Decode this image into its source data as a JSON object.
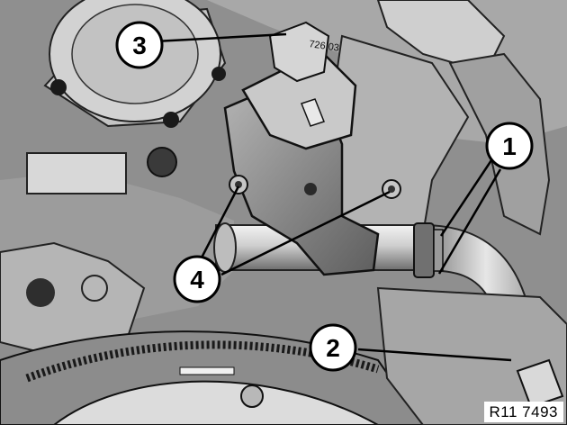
{
  "figure": {
    "reference_code": "R11 7493",
    "part_marking": "726 03",
    "callouts": [
      {
        "id": "1",
        "label": "1"
      },
      {
        "id": "2",
        "label": "2"
      },
      {
        "id": "3",
        "label": "3"
      },
      {
        "id": "4",
        "label": "4"
      }
    ]
  }
}
